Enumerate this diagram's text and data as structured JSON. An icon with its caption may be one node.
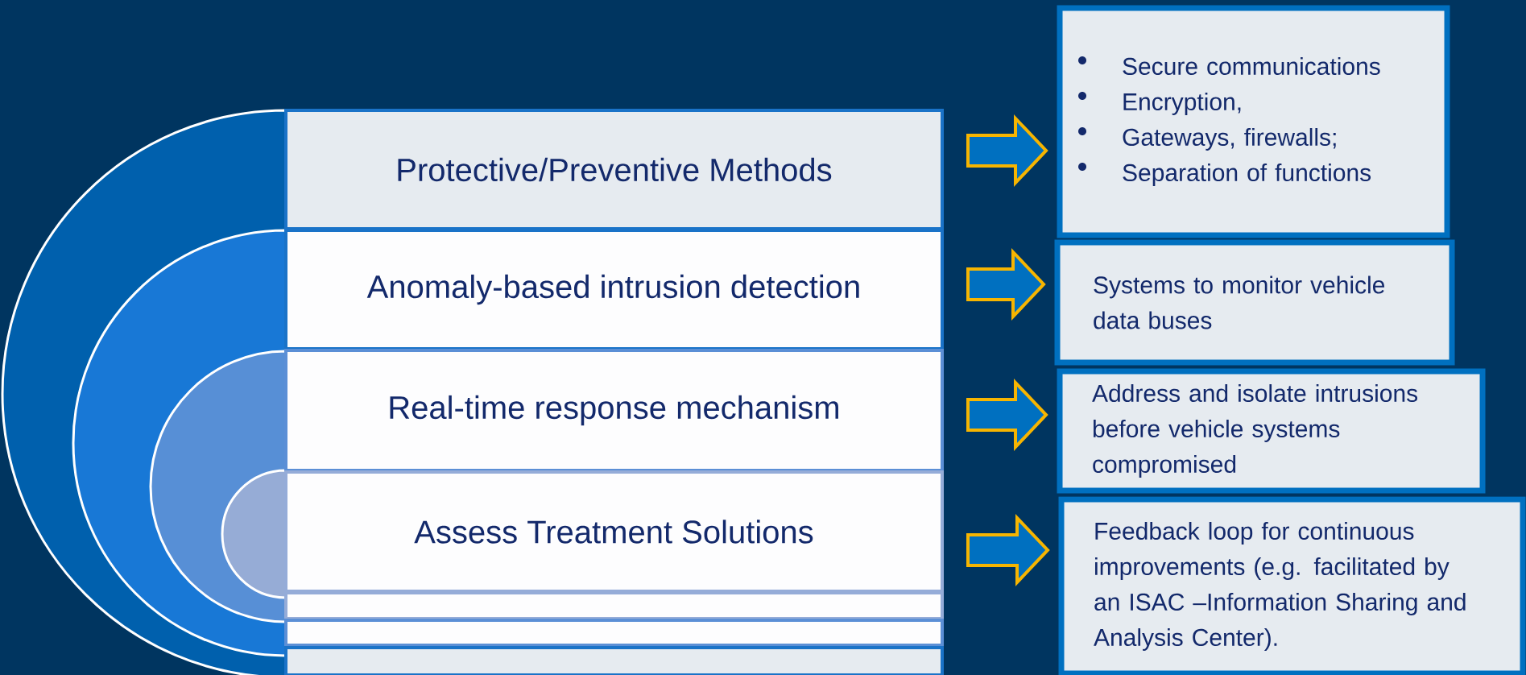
{
  "diagram": {
    "nodes": [
      {
        "text": [
          "Protective/Preventive Methods"
        ]
      },
      {
        "text": [
          "Anomaly-based intrusion detection"
        ]
      },
      {
        "text": [
          "Real-time response mechanism"
        ]
      },
      {
        "text": [
          "Assess Treatment Solutions"
        ]
      },
      {
        "text": [],
        "shape": "box"
      },
      {
        "text": [],
        "shape": "box"
      },
      {
        "text": [],
        "shape": "box"
      },
      {
        "text": [
          "Secure communications",
          "Encryption,",
          "Gateways, firewalls;",
          "Separation of functions"
        ]
      },
      {
        "text": [
          "Systems to monitor vehicle data buses"
        ]
      },
      {
        "text": [
          "Address and isolate intrusions before vehicle systems compromised"
        ]
      },
      {
        "text": [
          "Feedback loop for continuous improvements (e.g. facilitated by an ISAC –Information Sharing and Analysis Center)."
        ]
      }
    ],
    "edges": [
      {
        "from": 0,
        "to": 7,
        "arrow": "to"
      },
      {
        "from": 1,
        "to": 8,
        "arrow": "to"
      },
      {
        "from": 2,
        "to": 9,
        "arrow": "to"
      },
      {
        "from": 3,
        "to": 10,
        "arrow": "to"
      }
    ]
  }
}
